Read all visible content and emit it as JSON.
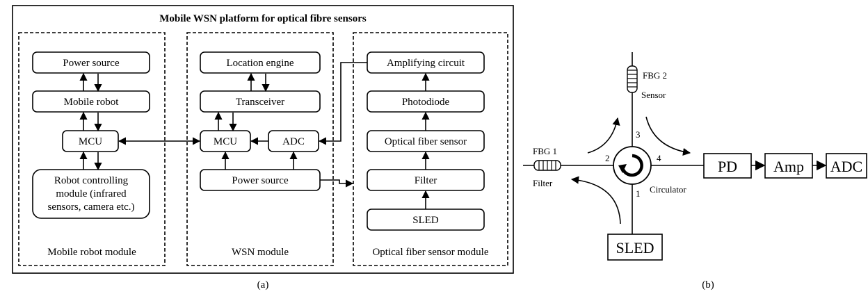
{
  "panel_a": {
    "title": "Mobile WSN platform for optical fibre sensors",
    "caption": "(a)",
    "robot_module": {
      "label": "Mobile robot module",
      "power_source": "Power source",
      "mobile_robot": "Mobile robot",
      "mcu": "MCU",
      "controller_line1": "Robot controlling",
      "controller_line2": "module (infrared",
      "controller_line3": "sensors, camera etc.)"
    },
    "wsn_module": {
      "label": "WSN module",
      "location_engine": "Location engine",
      "transceiver": "Transceiver",
      "mcu": "MCU",
      "adc": "ADC",
      "power_source": "Power source"
    },
    "fiber_module": {
      "label": "Optical fiber sensor module",
      "amplifying_circuit": "Amplifying circuit",
      "photodiode": "Photodiode",
      "optical_fiber_sensor": "Optical fiber  sensor",
      "filter": "Filter",
      "sled": "SLED"
    }
  },
  "panel_b": {
    "caption": "(b)",
    "fbg2_label": "FBG 2",
    "fbg2_role": "Sensor",
    "fbg1_label": "FBG 1",
    "fbg1_role": "Filter",
    "circulator_label": "Circulator",
    "port1": "1",
    "port2": "2",
    "port3": "3",
    "port4": "4",
    "pd": "PD",
    "amp": "Amp",
    "adc": "ADC",
    "sled": "SLED"
  }
}
